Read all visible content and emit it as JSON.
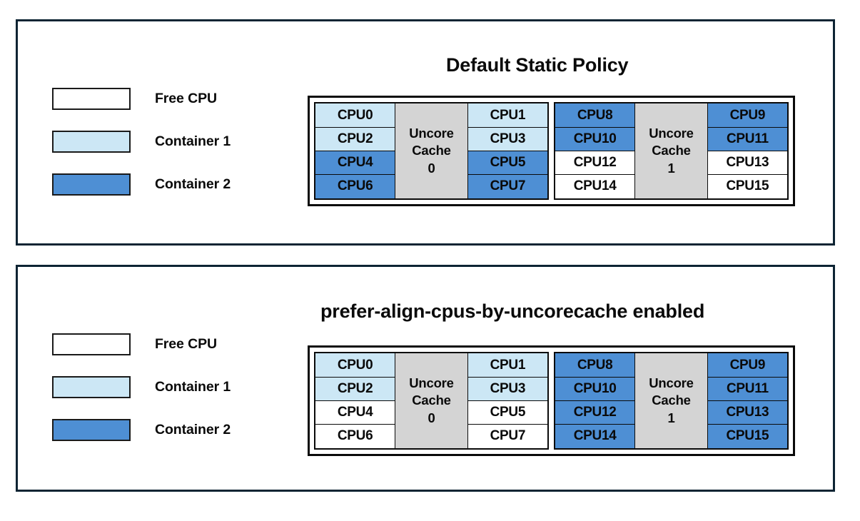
{
  "colors": {
    "free_cpu": "#ffffff",
    "container_1": "#cce7f5",
    "container_2": "#4e8fd4",
    "uncore_cache": "#d4d4d4",
    "panel_border": "#0d2433",
    "cell_border": "#0a0a0a"
  },
  "legend_labels": {
    "free": "Free CPU",
    "container_1": "Container 1",
    "container_2": "Container 2"
  },
  "panels": [
    {
      "title": "Default Static Policy",
      "legend": [
        {
          "label": "Free CPU",
          "fill": "free"
        },
        {
          "label": "Container 1",
          "fill": "c1"
        },
        {
          "label": "Container 2",
          "fill": "c2"
        }
      ],
      "cache_groups": [
        {
          "cache_label_line1": "Uncore",
          "cache_label_line2": "Cache",
          "cache_label_line3": "0",
          "left_column": [
            {
              "label": "CPU0",
              "fill": "c1"
            },
            {
              "label": "CPU2",
              "fill": "c1"
            },
            {
              "label": "CPU4",
              "fill": "c2"
            },
            {
              "label": "CPU6",
              "fill": "c2"
            }
          ],
          "right_column": [
            {
              "label": "CPU1",
              "fill": "c1"
            },
            {
              "label": "CPU3",
              "fill": "c1"
            },
            {
              "label": "CPU5",
              "fill": "c2"
            },
            {
              "label": "CPU7",
              "fill": "c2"
            }
          ]
        },
        {
          "cache_label_line1": "Uncore",
          "cache_label_line2": "Cache",
          "cache_label_line3": "1",
          "left_column": [
            {
              "label": "CPU8",
              "fill": "c2"
            },
            {
              "label": "CPU10",
              "fill": "c2"
            },
            {
              "label": "CPU12",
              "fill": "free"
            },
            {
              "label": "CPU14",
              "fill": "free"
            }
          ],
          "right_column": [
            {
              "label": "CPU9",
              "fill": "c2"
            },
            {
              "label": "CPU11",
              "fill": "c2"
            },
            {
              "label": "CPU13",
              "fill": "free"
            },
            {
              "label": "CPU15",
              "fill": "free"
            }
          ]
        }
      ]
    },
    {
      "title": "prefer-align-cpus-by-uncorecache enabled",
      "legend": [
        {
          "label": "Free CPU",
          "fill": "free"
        },
        {
          "label": "Container 1",
          "fill": "c1"
        },
        {
          "label": "Container 2",
          "fill": "c2"
        }
      ],
      "cache_groups": [
        {
          "cache_label_line1": "Uncore",
          "cache_label_line2": "Cache",
          "cache_label_line3": "0",
          "left_column": [
            {
              "label": "CPU0",
              "fill": "c1"
            },
            {
              "label": "CPU2",
              "fill": "c1"
            },
            {
              "label": "CPU4",
              "fill": "free"
            },
            {
              "label": "CPU6",
              "fill": "free"
            }
          ],
          "right_column": [
            {
              "label": "CPU1",
              "fill": "c1"
            },
            {
              "label": "CPU3",
              "fill": "c1"
            },
            {
              "label": "CPU5",
              "fill": "free"
            },
            {
              "label": "CPU7",
              "fill": "free"
            }
          ]
        },
        {
          "cache_label_line1": "Uncore",
          "cache_label_line2": "Cache",
          "cache_label_line3": "1",
          "left_column": [
            {
              "label": "CPU8",
              "fill": "c2"
            },
            {
              "label": "CPU10",
              "fill": "c2"
            },
            {
              "label": "CPU12",
              "fill": "c2"
            },
            {
              "label": "CPU14",
              "fill": "c2"
            }
          ],
          "right_column": [
            {
              "label": "CPU9",
              "fill": "c2"
            },
            {
              "label": "CPU11",
              "fill": "c2"
            },
            {
              "label": "CPU13",
              "fill": "c2"
            },
            {
              "label": "CPU15",
              "fill": "c2"
            }
          ]
        }
      ]
    }
  ]
}
